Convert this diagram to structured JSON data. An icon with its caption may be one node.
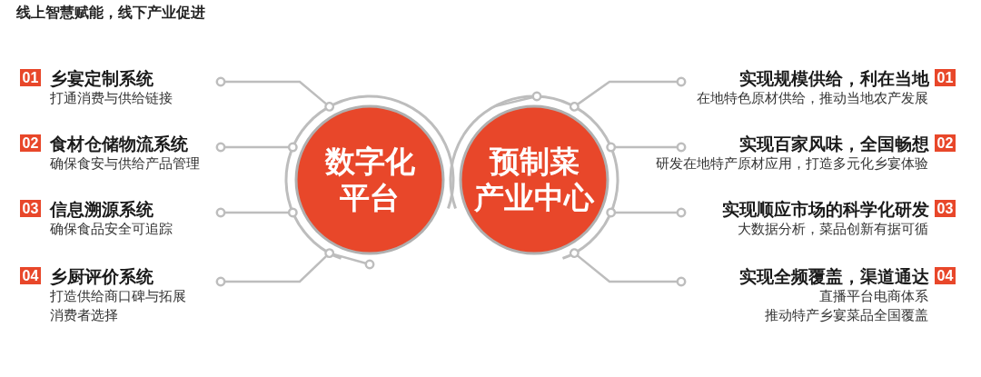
{
  "diagram": {
    "title": "线上智慧赋能，线下产业促进",
    "nodes": [
      {
        "text": [
          "01",
          "乡宴定制系统",
          "打通消费与供给链接"
        ]
      },
      {
        "text": [
          "02",
          "食材仓储物流系统",
          "确保食安与供给产品管理"
        ]
      },
      {
        "text": [
          "03",
          "信息溯源系统",
          "确保食品安全可追踪"
        ]
      },
      {
        "text": [
          "04",
          "乡厨评价系统",
          "打造供给商口碑与拓展消费者选择"
        ]
      },
      {
        "text": [
          "数字化平台"
        ]
      },
      {
        "text": [
          "预制菜产业中心"
        ]
      },
      {
        "text": [
          "实现规模供给，利在当地",
          "01",
          "在地特色原材供给，推动当地农产发展"
        ]
      },
      {
        "text": [
          "实现百家风味，全国畅想",
          "02",
          "研发在地特产原材应用，打造多元化乡宴体验"
        ]
      },
      {
        "text": [
          "实现顺应市场的科学化研发",
          "03",
          "大数据分析，菜品创新有据可循"
        ]
      },
      {
        "text": [
          "实现全频覆盖，渠道通达",
          "04",
          "直播平台电商体系推动特产乡宴菜品全国覆盖"
        ]
      }
    ],
    "edges": [
      {
        "from": 0,
        "to": 4,
        "arrow": "other"
      },
      {
        "from": 1,
        "to": 4,
        "arrow": "other"
      },
      {
        "from": 2,
        "to": 4,
        "arrow": "other"
      },
      {
        "from": 3,
        "to": 4,
        "arrow": "other"
      },
      {
        "from": 6,
        "to": 5,
        "arrow": "other"
      },
      {
        "from": 7,
        "to": 5,
        "arrow": "other"
      },
      {
        "from": 8,
        "to": 5,
        "arrow": "other"
      },
      {
        "from": 9,
        "to": 5,
        "arrow": "other"
      }
    ]
  }
}
